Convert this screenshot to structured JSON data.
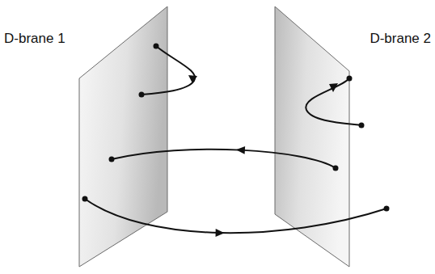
{
  "diagram": {
    "nodes": [
      {
        "text": [
          "D-brane 1"
        ]
      },
      {
        "text": [
          "D-brane 2"
        ]
      }
    ],
    "edges": [
      {
        "from": 1,
        "to": 0,
        "arrow": "to"
      },
      {
        "from": 0,
        "to": 1,
        "arrow": "to"
      }
    ]
  }
}
